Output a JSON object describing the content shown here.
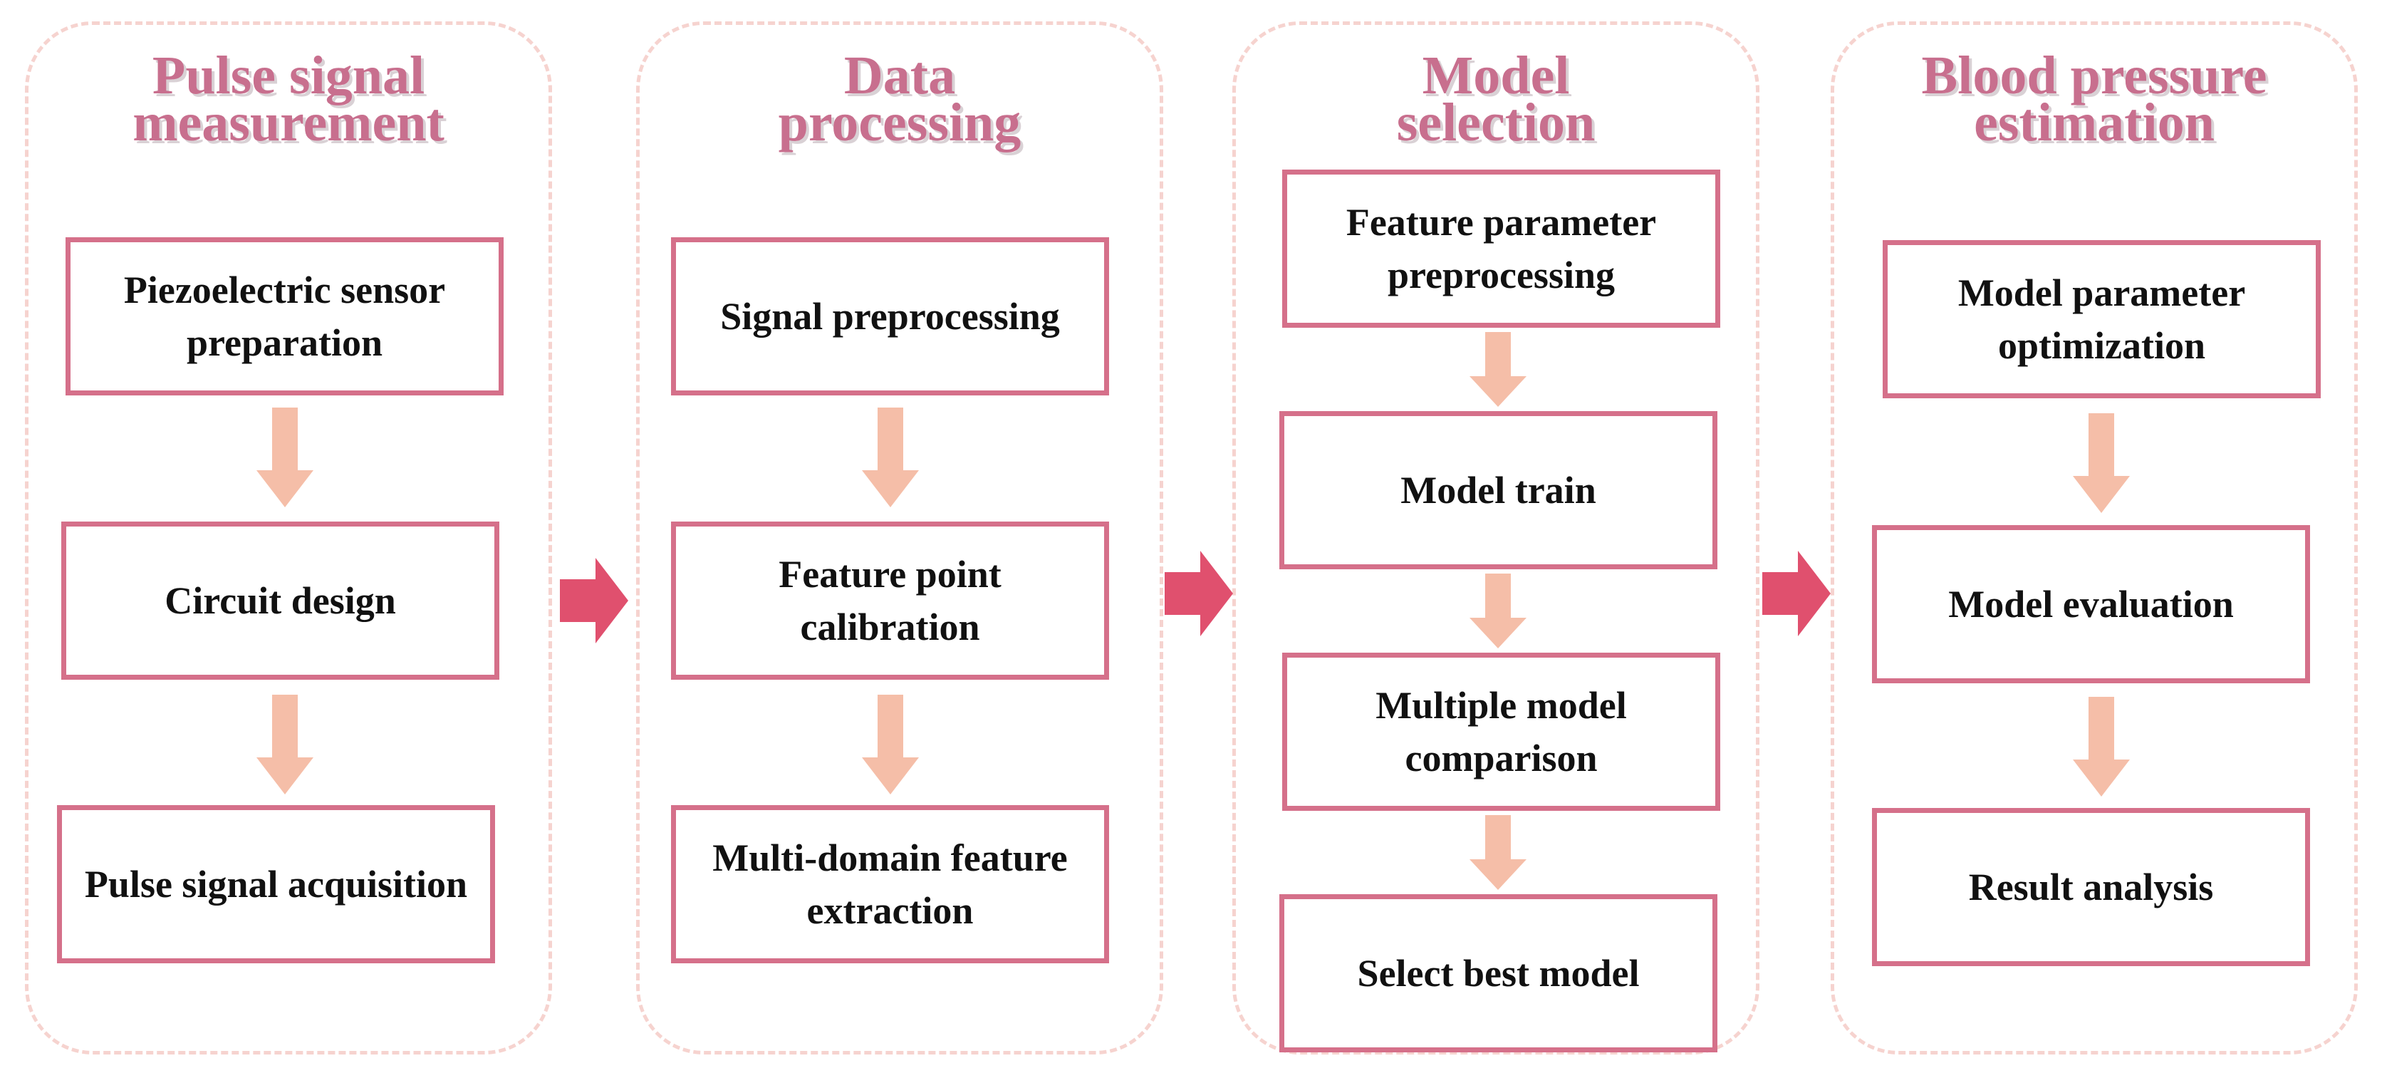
{
  "stages": [
    {
      "title_lines": [
        "Pulse signal",
        "measurement"
      ],
      "steps": [
        "Piezoelectric sensor preparation",
        "Circuit design",
        "Pulse signal acquisition"
      ]
    },
    {
      "title_lines": [
        "Data",
        "processing"
      ],
      "steps": [
        "Signal preprocessing",
        "Feature point calibration",
        "Multi-domain feature extraction"
      ]
    },
    {
      "title_lines": [
        "Model",
        "selection"
      ],
      "steps": [
        "Feature parameter preprocessing",
        "Model train",
        "Multiple model comparison",
        "Select best model"
      ]
    },
    {
      "title_lines": [
        "Blood pressure",
        "estimation"
      ],
      "steps": [
        "Model parameter optimization",
        "Model evaluation",
        "Result analysis"
      ]
    }
  ],
  "colors": {
    "panel_border": "#f6d3cf",
    "title": "#c86f8e",
    "box_border": "#d5708a",
    "down_arrow": "#f5bea8",
    "right_arrow": "#e0506e"
  }
}
